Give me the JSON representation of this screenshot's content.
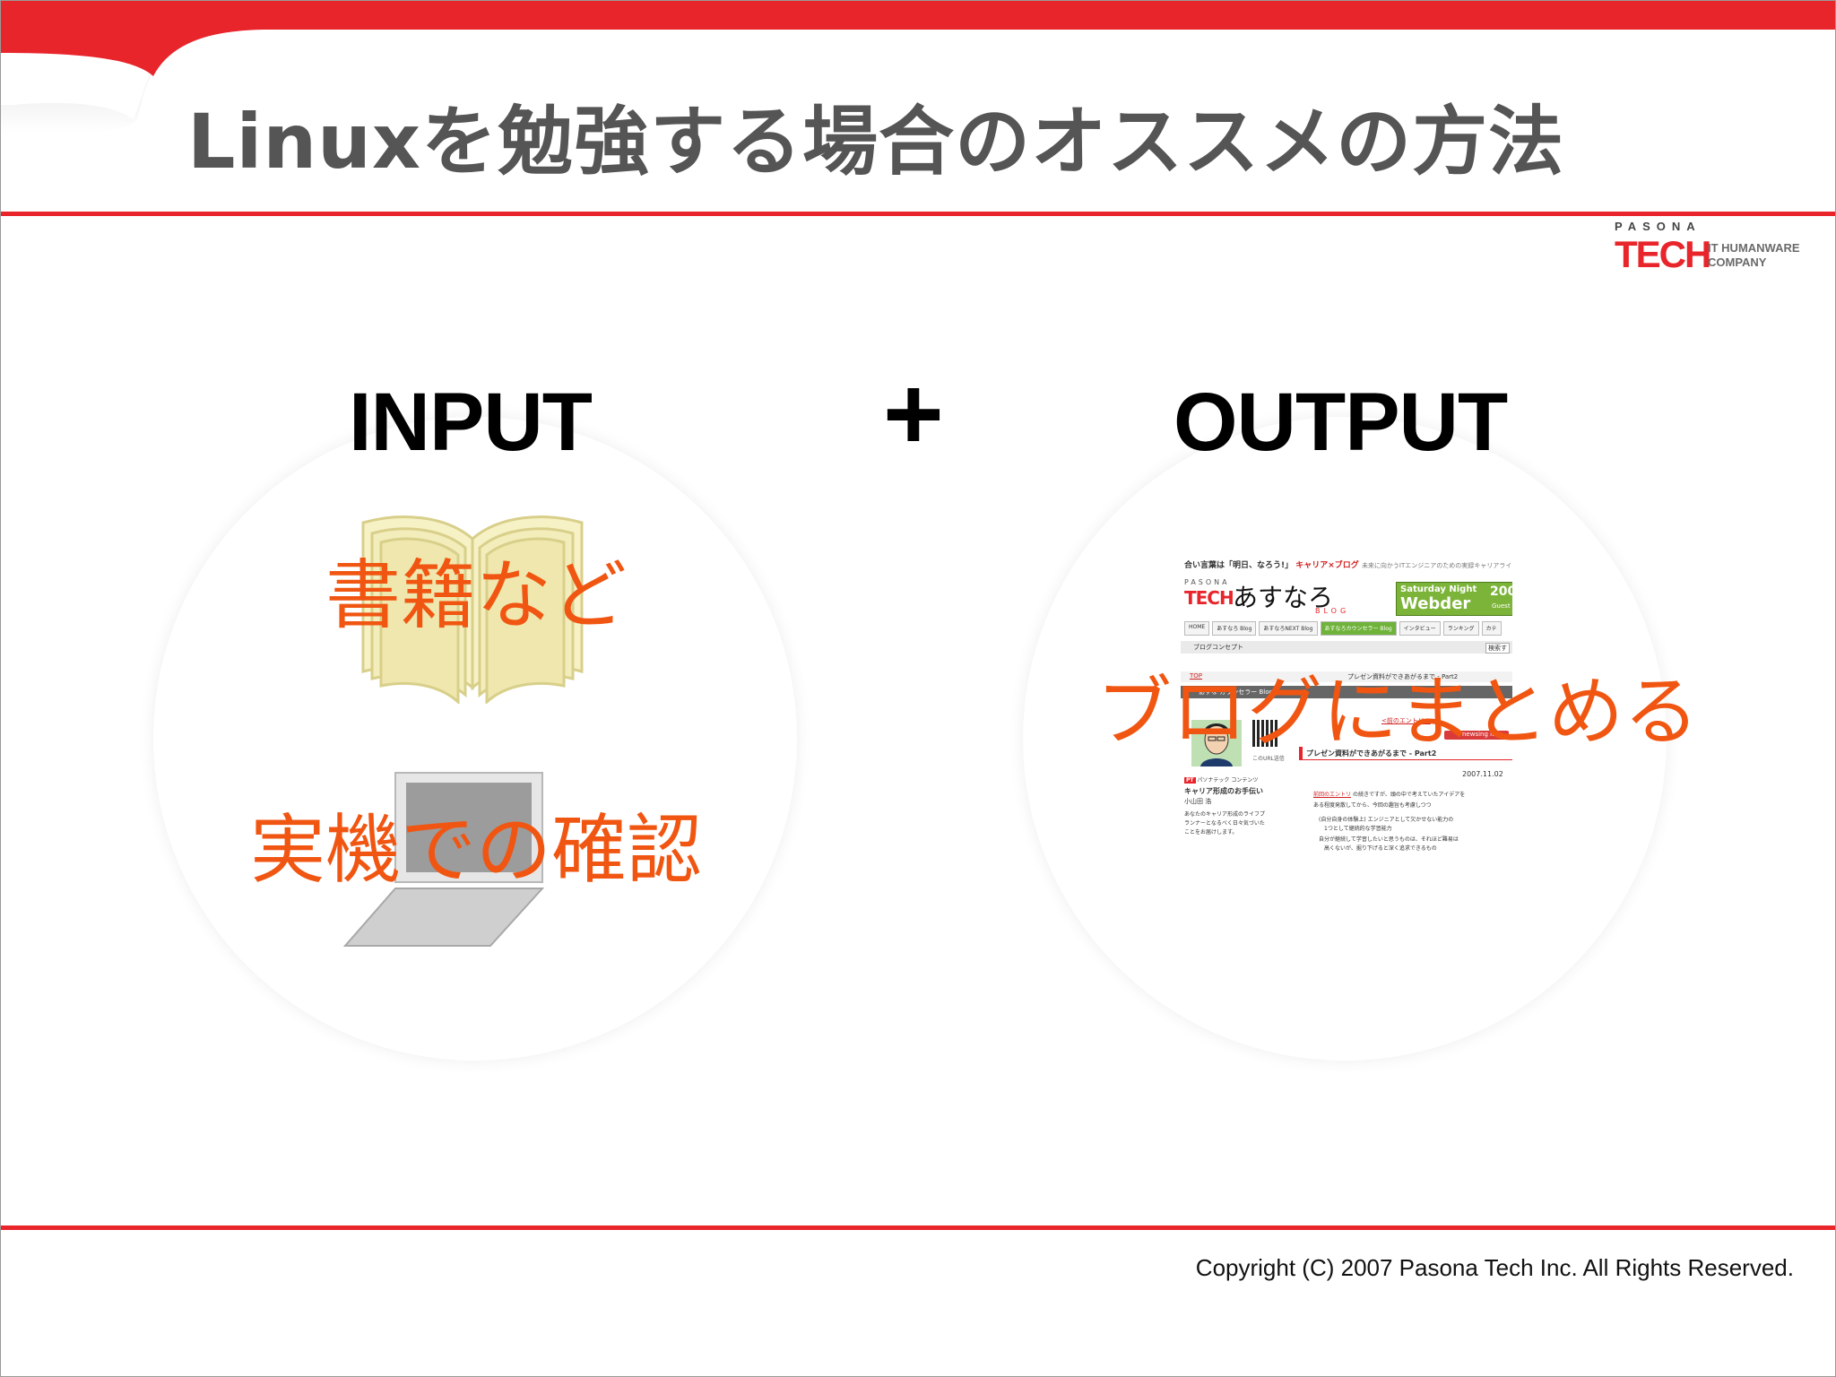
{
  "slide": {
    "title": "Linuxを勉強する場合のオススメの方法",
    "copyright": "Copyright (C) 2007 Pasona Tech Inc. All Rights Reserved."
  },
  "logo": {
    "top": "PASONA",
    "main": "TECH",
    "tag_line1": "IT HUMANWARE",
    "tag_line2": "COMPANY"
  },
  "input": {
    "heading": "INPUT",
    "item1": "書籍など",
    "item2": "実機での確認"
  },
  "plus": "+",
  "output": {
    "heading": "OUTPUT",
    "item1": "ブログにまとめる"
  },
  "blog_screenshot": {
    "tagline": "合い言葉は「明日、なろう!」",
    "tagline_link": "キャリア×ブログ",
    "tagline_sub": "未来に向かうITエンジニアのための実録キャリアライ",
    "logo_pasona": "PASONA",
    "logo_tech": "TECH",
    "logo_name": "あすなろ",
    "logo_blog": "BLOG",
    "banner_line1": "Saturday Night",
    "banner_line2": "Webder",
    "banner_year": "200",
    "banner_guest": "Guest",
    "nav": [
      "HOME",
      "あすなろ Blog",
      "あすなろNEXT Blog",
      "あすなろカウンセラー Blog",
      "インタビュー",
      "ランキング",
      "カテ"
    ],
    "concept": "ブログコンセプト",
    "search": "検索す",
    "breadcrumb_top": "TOP",
    "breadcrumb_tail": "プレゼン資料ができあがるまで - Part2",
    "subbar": "あすな カウンセラー Blog",
    "prev_entry": "<前のエントリー",
    "newsing": "newsing it!",
    "url_note": "このURL送信",
    "profile_tag": "パソナテック コンテンツ",
    "profile_title": "キャリア形成のお手伝い",
    "profile_name": "小山田 浩",
    "profile_desc1": "あなたのキャリア形成のライフプ",
    "profile_desc2": "ランナーとなるべく日々気づいた",
    "profile_desc3": "ことをお届けします。",
    "post_title": "プレゼン資料ができあがるまで - Part2",
    "post_date": "2007.11.02",
    "post_link": "前回のエントリ",
    "post_line1": "の続きですが、頭の中で考えていたアイデアを",
    "post_line2": "ある程度発散してから、今回の趣旨も考慮しつつ",
    "bullet1a": "(自分自身の体験上) エンジニアとして欠かせない能力の",
    "bullet1b": "1つとして継続的な学習能力",
    "bullet2a": "自分が継続して学習したいと思うものは、それほど難易は",
    "bullet2b": "高くないが、掘り下げると深く追求できるもの"
  },
  "colors": {
    "accent_red": "#e8252b",
    "orange_text": "#f05612",
    "title_gray": "#555555"
  },
  "icons": [
    "open-book-icon",
    "laptop-icon"
  ]
}
